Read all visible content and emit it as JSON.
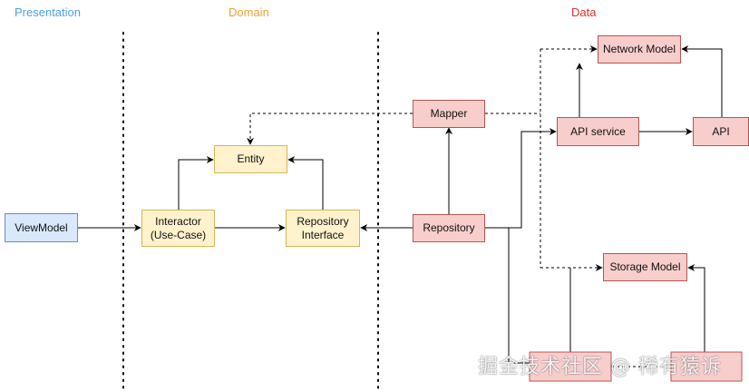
{
  "layers": {
    "presentation": {
      "label": "Presentation",
      "color": "#4ca3dd"
    },
    "domain": {
      "label": "Domain",
      "color": "#f0a030"
    },
    "data": {
      "label": "Data",
      "color": "#e03030"
    }
  },
  "nodes": {
    "viewmodel": "ViewModel",
    "interactor": "Interactor\n(Use-Case)",
    "entity": "Entity",
    "repository_interface": "Repository\nInterface",
    "mapper": "Mapper",
    "repository": "Repository",
    "network_model": "Network Model",
    "api_service": "API service",
    "api": "API",
    "storage_model": "Storage Model"
  },
  "colors": {
    "presentation_fill": "#dae8fc",
    "domain_fill": "#fff2cc",
    "data_fill": "#f8cecc",
    "line": "#000000"
  },
  "watermark": "掘金技术社区 @ 稀有猿诉"
}
